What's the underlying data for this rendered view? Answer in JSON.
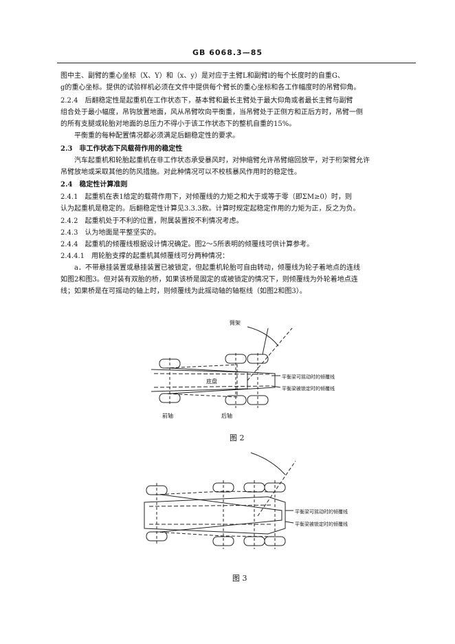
{
  "header": {
    "std_code": "GB 6068.3—85"
  },
  "paragraphs": [
    "图中主、副臂的重心坐标（X、Y）和（x、y）是对应于主臂L和副臂l的每个长度时的自重G、",
    "g的重心坐标。提供的试验样机必须在文件中提供每个臂长的重心坐标和各工作幅度时的吊臂仰角。",
    "2.2.4　后翻稳定性是起重机在工作状态下，基本臂和最长主臂处于最大仰角或者最长主臂与副臂",
    "组合处于最小幅度，吊钩放置地面，风从吊臂吹向平衡重，当吊臂处于正侧方和正后方时，吊臂一侧",
    "的所有支腿或轮胎对地面的总压力不得小于该工作状态下的整机自重的15%。",
    "平衡重的每种配置情况都必须满足后翻稳定性的要求。",
    "2.3　非工作状态下风载荷作用的稳定性",
    "汽车起重机和轮胎起重机在非工作状态承受暴风时，对伸缩臂允许吊臂缩回放平，对于桁架臂允许",
    "吊臂放地或采取其他的防风措施。对此种情况可以不校核暴风作用时的稳定性。",
    "2.4　稳定性计算准则",
    "2.4.1　起重机在表1给定的载荷作用下，对倾覆线的力矩之和大于或等于零（即ΣM≥0）时，则",
    "认为起重机是稳定的。后翻稳定性计算见3.3.3款。计算时规定起稳定作用的力矩为正，反之为负。",
    "2.4.2　起重机处于不利的位置，附属装置按不利情况考虑。",
    "2.4.3　认为地面是平整坚实的。",
    "2.4.4　起重机的倾覆线根据设计情况确定。图2～5所表明的倾覆线可供计算参考。",
    "2.4.4.1　用轮胎支撑的起重机其倾覆线可分两种情况：",
    "a．不带悬挂装置或悬挂装置已被锁定，但起重机轮胎可自由转动，倾覆线为轮子着地点的连线",
    "如图2和图3。但对装有双胎的桥，如果该桥是固定的或被锁定的情况下，则倾覆线为外轮着地点连",
    "线；如果桥是在可摇动的轴上时，则倾覆线为此摇动轴的轴枢线（如图2和图3）。"
  ],
  "figure2": {
    "label_boom": "臂架",
    "label_chassis": "底盘",
    "label_line_free": "平衡梁可摇动时的倾覆线",
    "label_line_locked": "平衡梁被锁定时的倾覆线",
    "label_front_axle": "前轴",
    "label_rear_axle": "后轴",
    "caption": "图 2"
  },
  "figure3": {
    "label_line_free": "平衡梁可摇动时的倾覆线",
    "label_line_locked": "平衡梁被锁定时的倾覆线",
    "caption": "图 3"
  }
}
